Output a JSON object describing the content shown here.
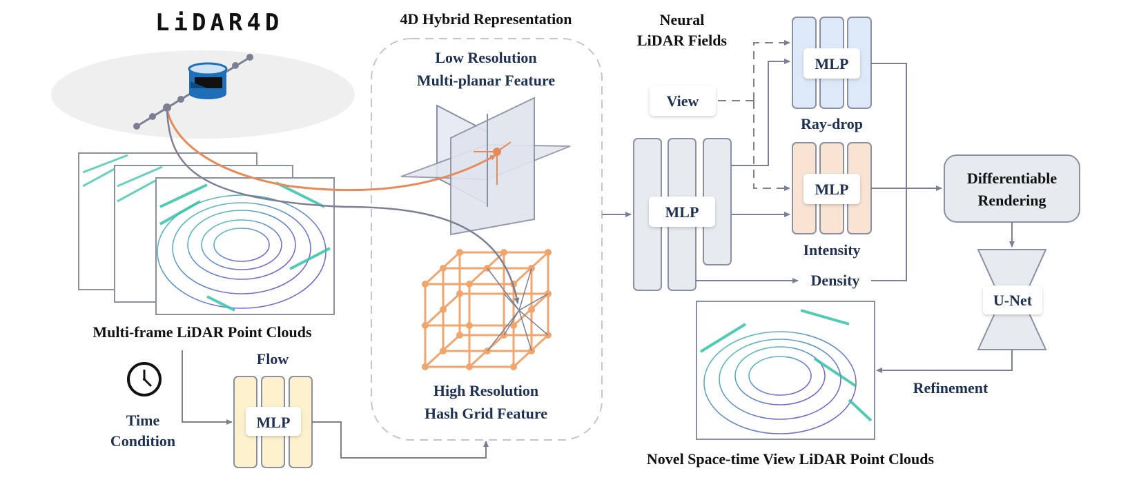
{
  "logo": "LiDAR4D",
  "header": {
    "hybrid_title": "4D Hybrid Representation",
    "nlf_title_line1": "Neural",
    "nlf_title_line2": "LiDAR Fields"
  },
  "hybrid": {
    "low_res_line1": "Low Resolution",
    "low_res_line2": "Multi-planar Feature",
    "high_res_line1": "High Resolution",
    "high_res_line2": "Hash Grid Feature"
  },
  "input": {
    "caption": "Multi-frame LiDAR Point Clouds"
  },
  "time": {
    "line1": "Time",
    "line2": "Condition",
    "icon": "clock-icon"
  },
  "flow": {
    "title": "Flow",
    "mlp_label": "MLP"
  },
  "fields": {
    "view_label": "View",
    "main_mlp_label": "MLP",
    "raydrop_mlp_label": "MLP",
    "raydrop_label": "Ray-drop",
    "intensity_mlp_label": "MLP",
    "intensity_label": "Intensity",
    "density_label": "Density"
  },
  "render": {
    "line1": "Differentiable",
    "line2": "Rendering"
  },
  "unet": {
    "label": "U-Net"
  },
  "output": {
    "refinement_label": "Refinement",
    "caption": "Novel Space-time View LiDAR Point Clouds"
  },
  "colors": {
    "navy_text": "#1f3152",
    "arrow_gray": "#7b7f93",
    "arrow_orange": "#e88a58",
    "blue_mlp": "#dce9f8",
    "peach_mlp": "#f9e3d3",
    "yellow_mlp": "#fcf1cc",
    "gray_mlp": "#e7eaef",
    "grid_orange": "#f0a56c"
  }
}
